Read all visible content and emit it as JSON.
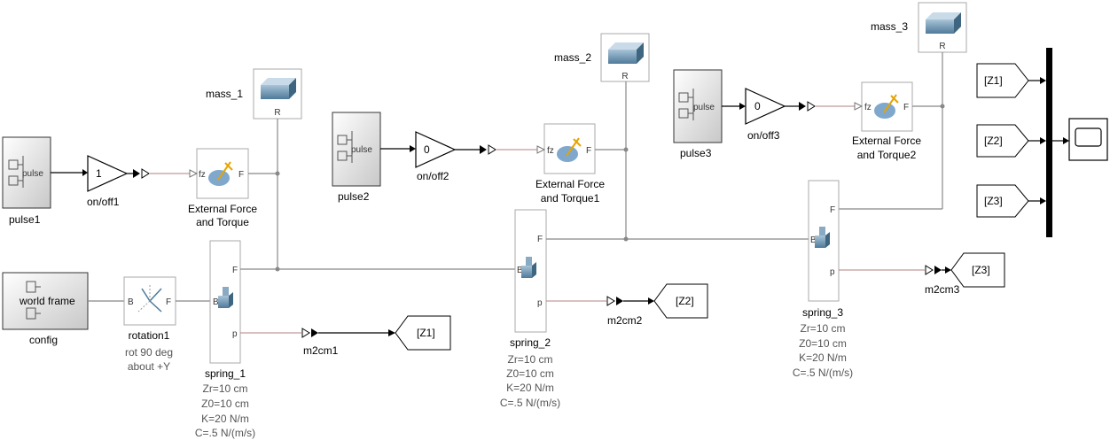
{
  "labels": {
    "pulse1": "pulse1",
    "pulse2": "pulse2",
    "pulse3": "pulse3",
    "pulse_text": "pulse",
    "onoff1": "on/off1",
    "onoff2": "on/off2",
    "onoff3": "on/off3",
    "gain1": "1",
    "gain2": "0",
    "gain3": "0",
    "ext_force_1a": "External Force",
    "ext_force_1b": "and Torque",
    "ext_force_2a": "External Force",
    "ext_force_2b": "and Torque1",
    "ext_force_3a": "External Force",
    "ext_force_3b": "and Torque2",
    "mass1": "mass_1",
    "mass2": "mass_2",
    "mass3": "mass_3",
    "config": "config",
    "world_frame": "world frame",
    "rotation1": "rotation1",
    "rot_param_a": "rot 90 deg",
    "rot_param_b": "about +Y",
    "spring1": "spring_1",
    "spring2": "spring_2",
    "spring3": "spring_3",
    "zr": "Zr=10 cm",
    "z0": "Z0=10 cm",
    "k": "K=20 N/m",
    "c": "C=.5 N/(m/s)",
    "m2cm1": "m2cm1",
    "m2cm2": "m2cm2",
    "m2cm3": "m2cm3",
    "z1": "[Z1]",
    "z2": "[Z2]",
    "z3": "[Z3]",
    "port_fz": "fz",
    "port_F": "F",
    "port_B": "B",
    "port_p": "p",
    "port_R": "R"
  },
  "icons": [
    "pulse-generator-icon",
    "gain-triangle-icon",
    "external-force-icon",
    "solid-mass-icon",
    "world-frame-icon",
    "rigid-transform-icon",
    "prismatic-spring-icon",
    "goto-tag-icon",
    "from-tag-icon",
    "mux-bar-icon",
    "scope-icon",
    "ps-converter-icon"
  ]
}
